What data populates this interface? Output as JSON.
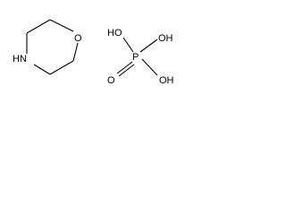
{
  "morpholine": {
    "oxygen_label": "O",
    "nitrogen_label": "HN"
  },
  "phosphoric_acid": {
    "top_left_label": "HO",
    "top_right_label": "OH",
    "center_label": "P",
    "bottom_left_label": "O",
    "bottom_right_label": "OH"
  }
}
